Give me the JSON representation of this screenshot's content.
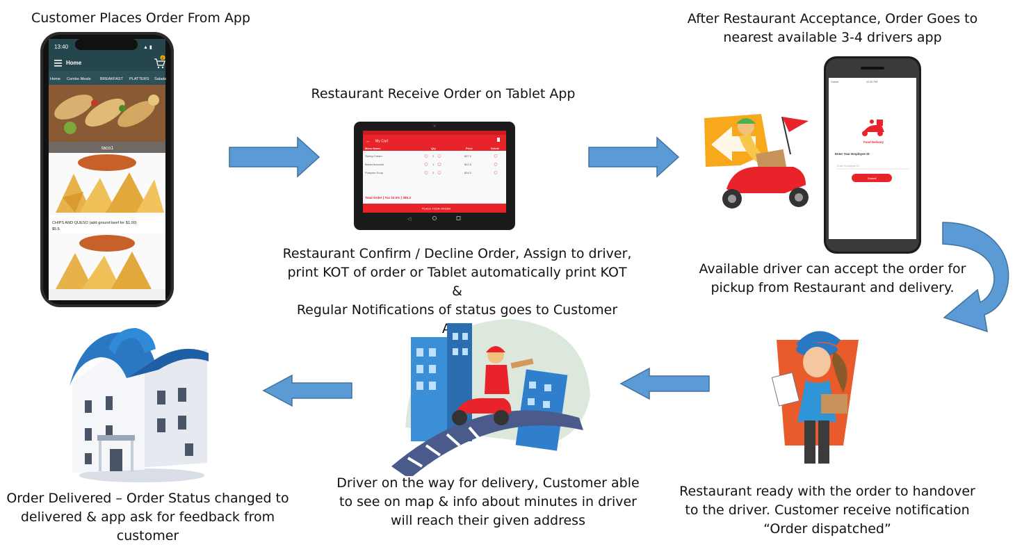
{
  "step1": {
    "caption": "Customer Places Order From App",
    "phone": {
      "time": "13:40",
      "cart_badge": "0",
      "header_title": "Home",
      "tabs": [
        "Home",
        "Combo Meals",
        "BREAKFAST",
        "PLATTERS",
        "Salads"
      ],
      "item1_name": "taco1",
      "item2_name": "CHIPS AND QUESO (add ground beef for $1.00)",
      "item2_price": "$5.5"
    }
  },
  "step2": {
    "caption_top": "Restaurant Receive Order on Tablet App",
    "tablet": {
      "title": "My Cart",
      "columns": [
        "Menu Name",
        "Qty",
        "Price",
        "Delete"
      ],
      "rows": [
        {
          "name": "Spring Cream",
          "qty": "2",
          "price": "$27.0"
        },
        {
          "name": "Bread Avocado",
          "qty": "1",
          "price": "$12.5"
        },
        {
          "name": "Pumpkin Soup",
          "qty": "2",
          "price": "$34.0"
        }
      ],
      "total": "Total Order ( Tax 10.0% ) 280.3",
      "place_button": "PLACE YOUR ORDER"
    },
    "caption_bottom": [
      "Restaurant Confirm / Decline Order, Assign to driver,",
      "print KOT of order or Tablet automatically print KOT &",
      "Regular Notifications of status goes to Customer App."
    ]
  },
  "step3": {
    "caption_top": [
      "After Restaurant Acceptance, Order Goes to",
      "nearest available 3-4 drivers app"
    ],
    "phone": {
      "carrier": "Carrier",
      "time": "12:40 PM",
      "app_name": "Food Delivery",
      "prompt": "Enter Your Employee ID",
      "placeholder": "Enter Employee ID",
      "submit": "Submit"
    },
    "caption_bottom": [
      "Available driver can accept the order for",
      "pickup from Restaurant and delivery."
    ]
  },
  "step4": {
    "caption": [
      "Restaurant ready with the order to handover",
      "to the driver. Customer receive notification",
      "“Order dispatched”"
    ]
  },
  "step5": {
    "caption": [
      "Driver on the way for delivery, Customer able",
      "to see on map & info about minutes in driver",
      "will reach their given address"
    ]
  },
  "step6": {
    "caption": [
      "Order Delivered – Order Status changed to",
      "delivered & app ask for feedback from",
      "customer"
    ]
  },
  "colors": {
    "arrow_fill": "#5b9bd5",
    "arrow_stroke": "#41719c",
    "tablet_red": "#e8232a",
    "phone_header": "#26464d"
  }
}
